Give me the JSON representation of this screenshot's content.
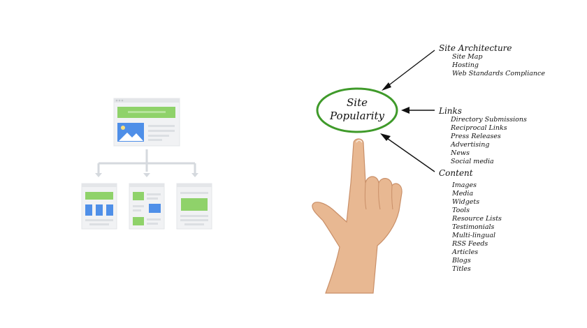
{
  "center": {
    "line1": "Site",
    "line2": "Popularity"
  },
  "categories": [
    {
      "title": "Site Architecture",
      "items": [
        "Site Map",
        "Hosting",
        "Web Standards Compliance"
      ]
    },
    {
      "title": "Links",
      "items": [
        "Directory Submissions",
        "Reciprocal Links",
        "Press Releases",
        "Advertising",
        "News",
        "Social media"
      ]
    },
    {
      "title": "Content",
      "items": [
        "Images",
        "Media",
        "Widgets",
        "Tools",
        "Resource Lists",
        "Testimonials",
        "Multi-lingual",
        "RSS Feeds",
        "Articles",
        "Blogs",
        "Titles"
      ]
    }
  ],
  "colors": {
    "ellipse": "#3f9a2a",
    "green_block": "#8fd26a",
    "blue_block": "#4f8fe8",
    "panel": "#f1f2f4",
    "bar": "#dcdfe3",
    "line": "#cfd3d8",
    "skin": "#e8b892"
  }
}
